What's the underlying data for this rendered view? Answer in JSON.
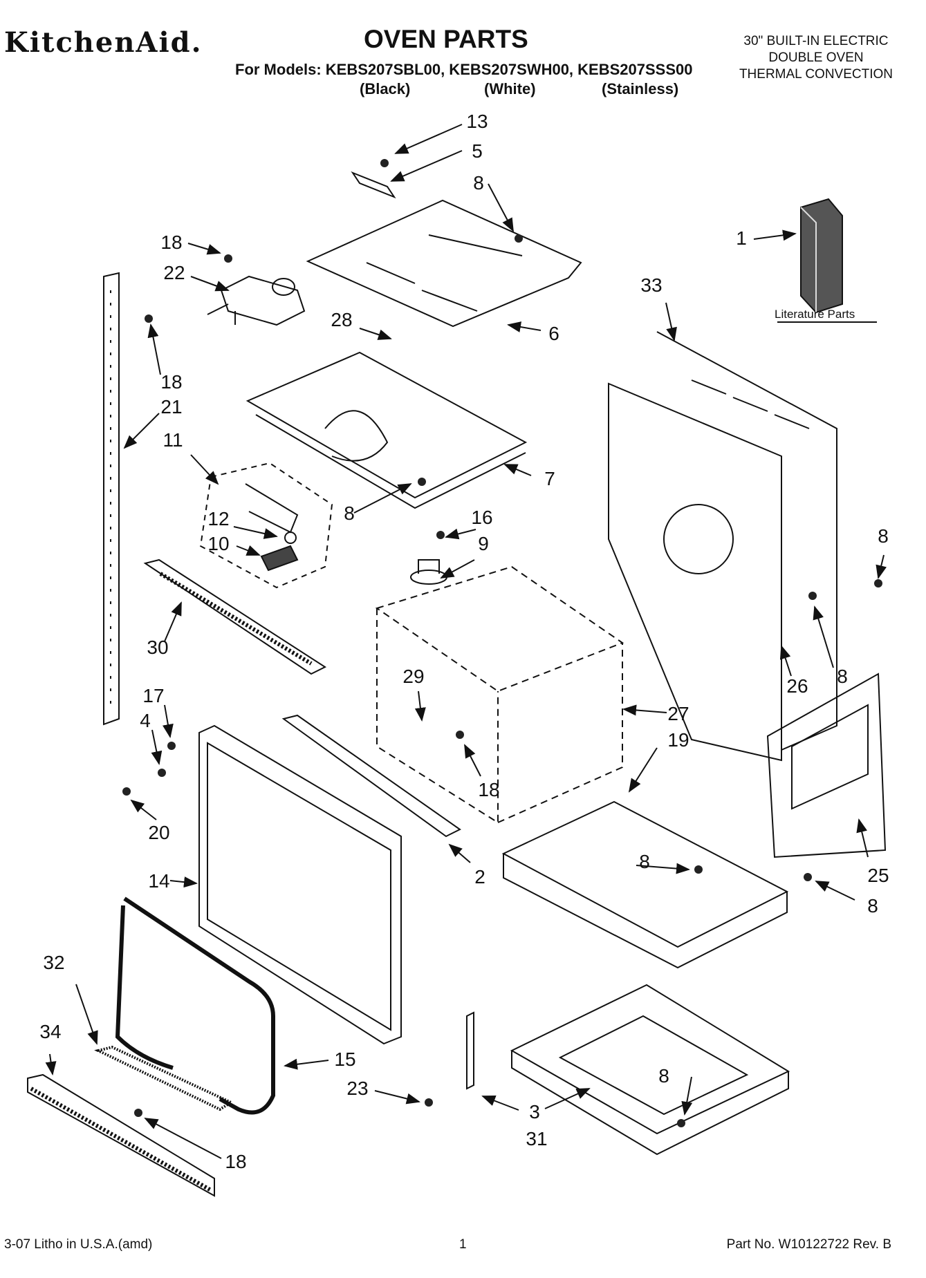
{
  "header": {
    "brand": "KitchenAid.",
    "title": "OVEN PARTS",
    "models_line": "For Models: KEBS207SBL00, KEBS207SWH00, KEBS207SSS00",
    "variants": [
      "(Black)",
      "(White)",
      "(Stainless)"
    ],
    "product_lines": [
      "30\" BUILT-IN ELECTRIC",
      "DOUBLE OVEN",
      "THERMAL CONVECTION"
    ]
  },
  "literature_label": "Literature Parts",
  "callouts": [
    {
      "id": "c-13",
      "text": "13"
    },
    {
      "id": "c-5",
      "text": "5"
    },
    {
      "id": "c-8a",
      "text": "8"
    },
    {
      "id": "c-18a",
      "text": "18"
    },
    {
      "id": "c-22",
      "text": "22"
    },
    {
      "id": "c-1",
      "text": "1"
    },
    {
      "id": "c-33",
      "text": "33"
    },
    {
      "id": "c-28",
      "text": "28"
    },
    {
      "id": "c-6",
      "text": "6"
    },
    {
      "id": "c-18b",
      "text": "18"
    },
    {
      "id": "c-21",
      "text": "21"
    },
    {
      "id": "c-11",
      "text": "11"
    },
    {
      "id": "c-7",
      "text": "7"
    },
    {
      "id": "c-8b",
      "text": "8"
    },
    {
      "id": "c-12",
      "text": "12"
    },
    {
      "id": "c-10",
      "text": "10"
    },
    {
      "id": "c-16",
      "text": "16"
    },
    {
      "id": "c-9",
      "text": "9"
    },
    {
      "id": "c-8c",
      "text": "8"
    },
    {
      "id": "c-30",
      "text": "30"
    },
    {
      "id": "c-8d",
      "text": "8"
    },
    {
      "id": "c-26",
      "text": "26"
    },
    {
      "id": "c-29",
      "text": "29"
    },
    {
      "id": "c-17",
      "text": "17"
    },
    {
      "id": "c-27",
      "text": "27"
    },
    {
      "id": "c-4",
      "text": "4"
    },
    {
      "id": "c-19",
      "text": "19"
    },
    {
      "id": "c-18c",
      "text": "18"
    },
    {
      "id": "c-20",
      "text": "20"
    },
    {
      "id": "c-2",
      "text": "2"
    },
    {
      "id": "c-8e",
      "text": "8"
    },
    {
      "id": "c-25",
      "text": "25"
    },
    {
      "id": "c-14",
      "text": "14"
    },
    {
      "id": "c-8f",
      "text": "8"
    },
    {
      "id": "c-32",
      "text": "32"
    },
    {
      "id": "c-34",
      "text": "34"
    },
    {
      "id": "c-15",
      "text": "15"
    },
    {
      "id": "c-8g",
      "text": "8"
    },
    {
      "id": "c-23",
      "text": "23"
    },
    {
      "id": "c-3",
      "text": "3"
    },
    {
      "id": "c-31",
      "text": "31"
    },
    {
      "id": "c-18d",
      "text": "18"
    }
  ],
  "footer": {
    "left": "3-07 Litho in U.S.A.(amd)",
    "center": "1",
    "right": "Part No. W10122722 Rev. B"
  }
}
